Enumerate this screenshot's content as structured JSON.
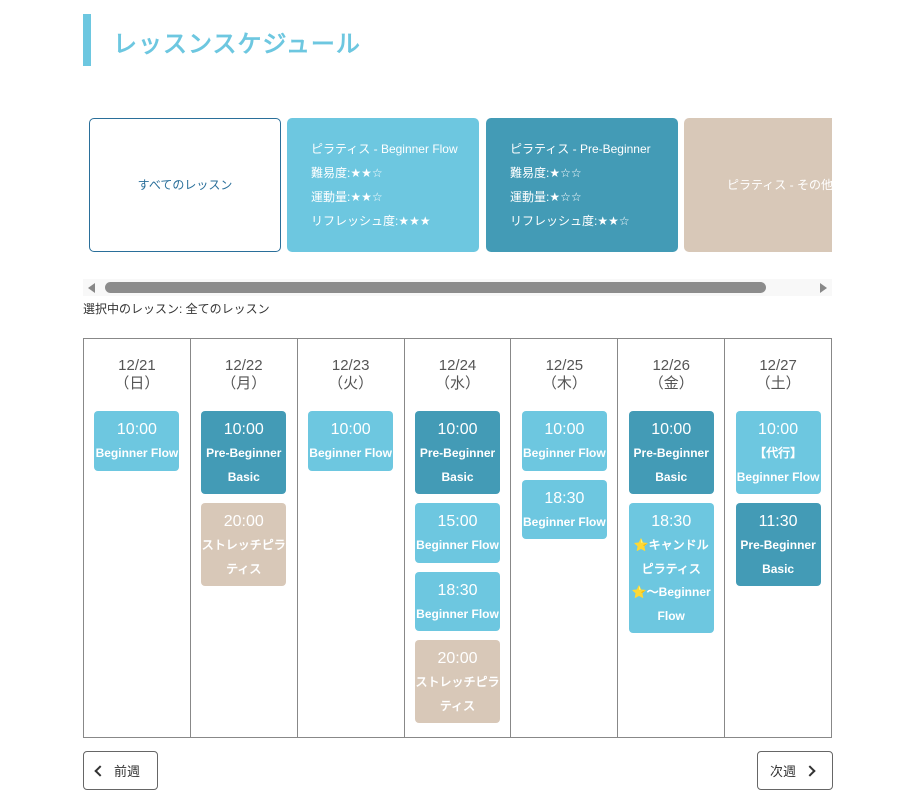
{
  "header": {
    "title": "レッスンスケジュール"
  },
  "filters": [
    {
      "label": "すべてのレッスン"
    },
    {
      "label": "ピラティス - Beginner Flow",
      "difficulty": "難易度:★★☆",
      "exercise": "運動量:★★☆",
      "refresh": "リフレッシュ度:★★★"
    },
    {
      "label": "ピラティス - Pre-Beginner",
      "difficulty": "難易度:★☆☆",
      "exercise": "運動量:★☆☆",
      "refresh": "リフレッシュ度:★★☆"
    },
    {
      "label": "ピラティス - その他"
    }
  ],
  "selected": "選択中のレッスン: 全てのレッスン",
  "days": [
    {
      "date": "12/21",
      "dow": "（日）",
      "lessons": [
        {
          "time": "10:00",
          "lines": [
            "Beginner Flow"
          ],
          "type": "light"
        }
      ]
    },
    {
      "date": "12/22",
      "dow": "（月）",
      "lessons": [
        {
          "time": "10:00",
          "lines": [
            "Pre-Beginner",
            "Basic"
          ],
          "type": "dark"
        },
        {
          "time": "20:00",
          "lines": [
            "ストレッチピラ",
            "ティス"
          ],
          "type": "beige"
        }
      ]
    },
    {
      "date": "12/23",
      "dow": "（火）",
      "lessons": [
        {
          "time": "10:00",
          "lines": [
            "Beginner Flow"
          ],
          "type": "light"
        }
      ]
    },
    {
      "date": "12/24",
      "dow": "（水）",
      "lessons": [
        {
          "time": "10:00",
          "lines": [
            "Pre-Beginner",
            "Basic"
          ],
          "type": "dark"
        },
        {
          "time": "15:00",
          "lines": [
            "Beginner Flow"
          ],
          "type": "light"
        },
        {
          "time": "18:30",
          "lines": [
            "Beginner Flow"
          ],
          "type": "light"
        },
        {
          "time": "20:00",
          "lines": [
            "ストレッチピラ",
            "ティス"
          ],
          "type": "beige"
        }
      ]
    },
    {
      "date": "12/25",
      "dow": "（木）",
      "lessons": [
        {
          "time": "10:00",
          "lines": [
            "Beginner Flow"
          ],
          "type": "light"
        },
        {
          "time": "18:30",
          "lines": [
            "Beginner Flow"
          ],
          "type": "light"
        }
      ]
    },
    {
      "date": "12/26",
      "dow": "（金）",
      "lessons": [
        {
          "time": "10:00",
          "lines": [
            "Pre-Beginner",
            "Basic"
          ],
          "type": "dark"
        },
        {
          "time": "18:30",
          "lines": [
            "⭐キャンドル",
            "ピラティス",
            "⭐～Beginner",
            "Flow"
          ],
          "type": "light"
        }
      ]
    },
    {
      "date": "12/27",
      "dow": "（土）",
      "lessons": [
        {
          "time": "10:00",
          "lines": [
            "【代行】",
            "Beginner Flow"
          ],
          "type": "light"
        },
        {
          "time": "11:30",
          "lines": [
            "Pre-Beginner",
            "Basic"
          ],
          "type": "dark"
        }
      ]
    }
  ],
  "nav": {
    "prev": "前週",
    "next": "次週"
  },
  "colors": {
    "light": "#6dc7e0",
    "dark": "#439bb6",
    "beige": "#d8c8b8"
  }
}
